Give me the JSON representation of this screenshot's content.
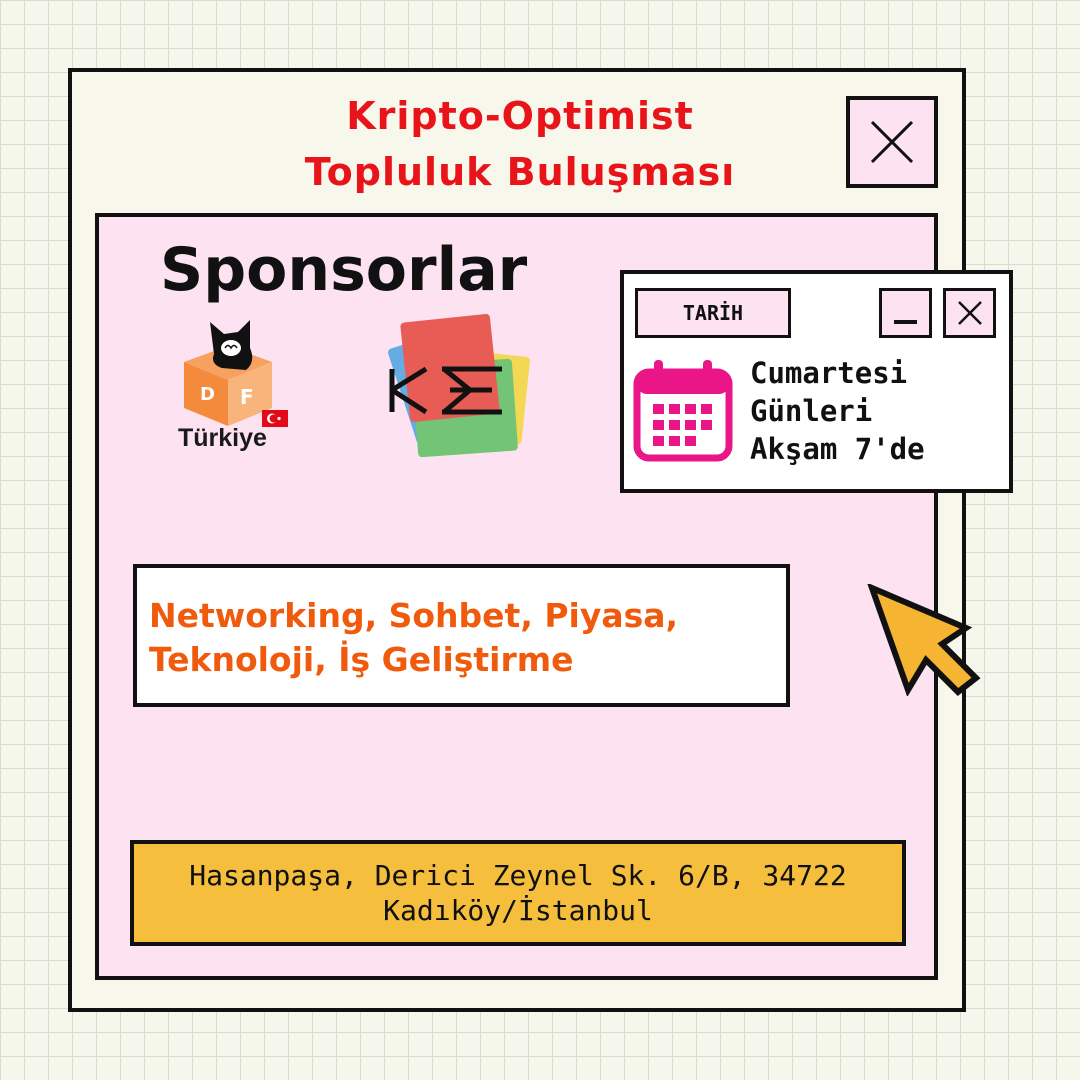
{
  "window": {
    "title_line1": "Kripto-Optimist",
    "title_line2": "Topluluk Buluşması"
  },
  "sponsors": {
    "heading": "Sponsorlar",
    "logos": [
      {
        "name": "df-turkiye-logo",
        "text": "Türkiye",
        "letters": [
          "D",
          "F"
        ]
      },
      {
        "name": "ke-logo",
        "text": "KE"
      }
    ]
  },
  "date_window": {
    "tab_label": "TARİH",
    "line1": "Cumartesi",
    "line2": "Günleri",
    "line3": "Akşam 7'de"
  },
  "topics": {
    "line1": "Networking, Sohbet, Piyasa,",
    "line2": "Teknoloji, İş Geliştirme"
  },
  "address": {
    "line1": "Hasanpaşa, Derici Zeynel Sk. 6/B, 34722",
    "line2": "Kadıköy/İstanbul"
  },
  "colors": {
    "title_red": "#e8141a",
    "panel_pink": "#fde3f1",
    "topic_orange": "#f05a0c",
    "address_yellow": "#f5bf3d",
    "calendar_magenta": "#ea1587",
    "cursor_yellow": "#f5b431"
  },
  "icons": [
    "close-icon",
    "minimize-icon",
    "calendar-icon",
    "cursor-icon"
  ]
}
